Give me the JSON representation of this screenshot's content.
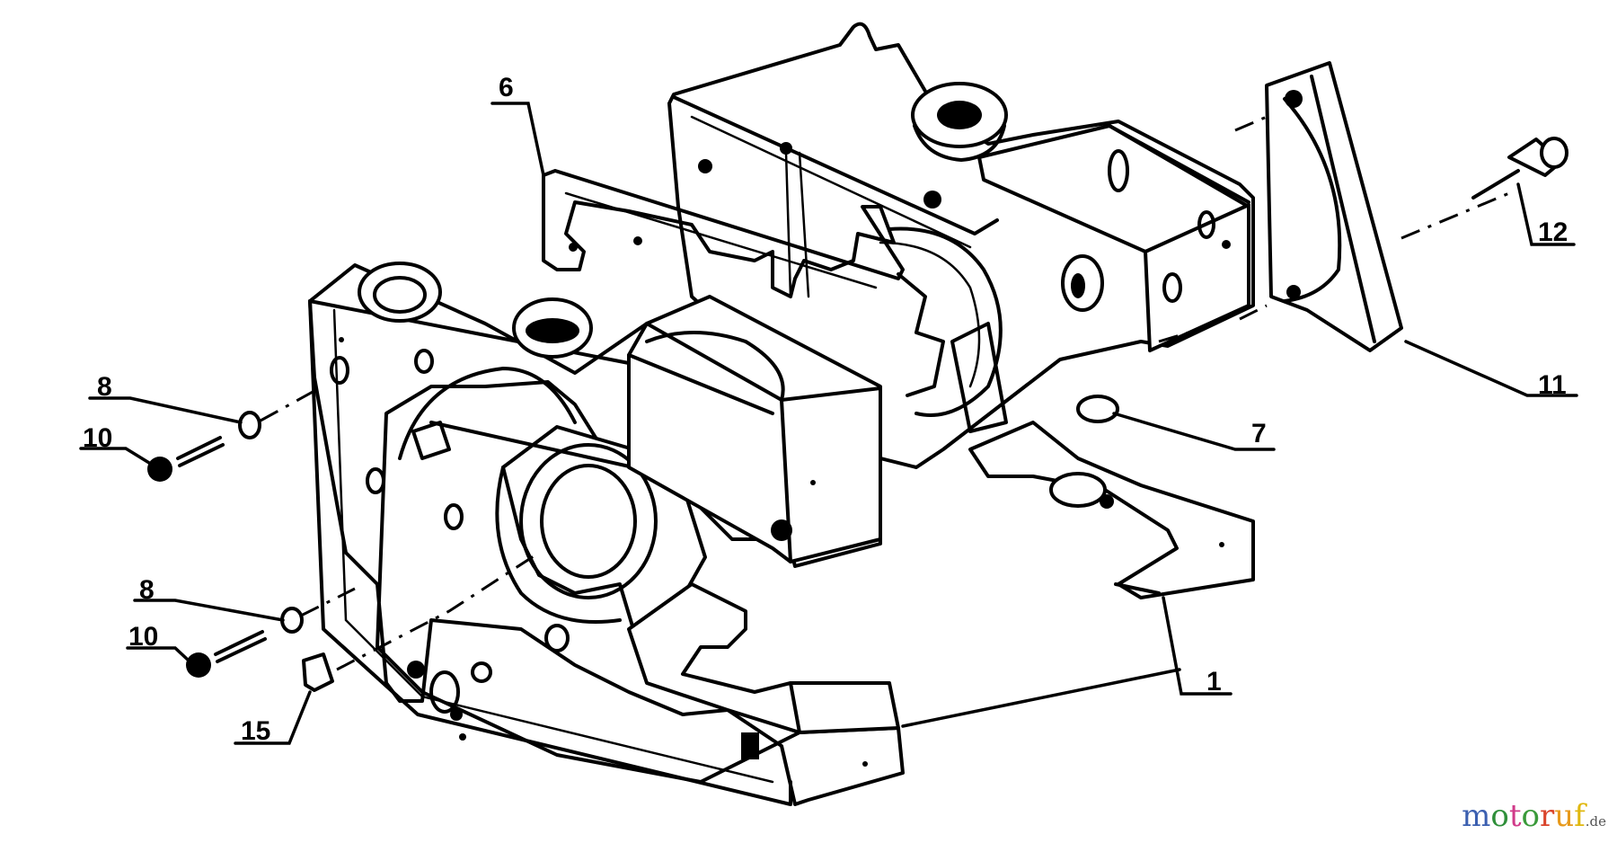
{
  "diagram": {
    "type": "exploded-parts-view",
    "subject": "engine crankcase halves with gasket, fasteners and cover",
    "callouts": [
      {
        "id": "c6",
        "label": "6",
        "part": "gasket"
      },
      {
        "id": "c12",
        "label": "12",
        "part": "screw (cover)"
      },
      {
        "id": "c11",
        "label": "11",
        "part": "cover plate"
      },
      {
        "id": "c7",
        "label": "7",
        "part": "pin"
      },
      {
        "id": "c1",
        "label": "1",
        "part": "crankcase"
      },
      {
        "id": "c8a",
        "label": "8",
        "part": "washer (upper)"
      },
      {
        "id": "c10a",
        "label": "10",
        "part": "screw (upper)"
      },
      {
        "id": "c8b",
        "label": "8",
        "part": "washer (lower)"
      },
      {
        "id": "c10b",
        "label": "10",
        "part": "screw (lower)"
      },
      {
        "id": "c15",
        "label": "15",
        "part": "sleeve"
      }
    ]
  },
  "watermark": {
    "letters": [
      {
        "ch": "m",
        "color": "#3b5fb0"
      },
      {
        "ch": "o",
        "color": "#2f8f3a"
      },
      {
        "ch": "t",
        "color": "#d13b8a"
      },
      {
        "ch": "o",
        "color": "#3a9a3a"
      },
      {
        "ch": "r",
        "color": "#d9442b"
      },
      {
        "ch": "u",
        "color": "#e79a1c"
      },
      {
        "ch": "f",
        "color": "#e0b810"
      }
    ],
    "tld": ".de"
  }
}
